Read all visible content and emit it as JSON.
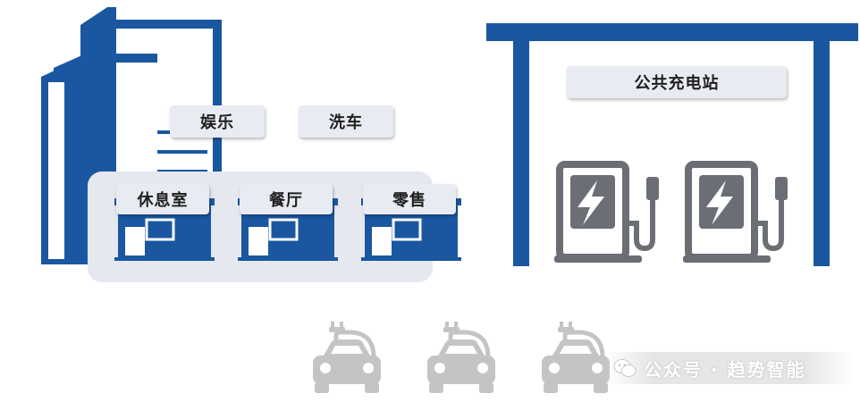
{
  "labels": {
    "entertainment": "娱乐",
    "car_wash": "洗车",
    "lounge": "休息室",
    "restaurant": "餐厅",
    "retail": "零售",
    "public_station": "公共充电站"
  },
  "watermark": {
    "text": "公众号 · 趋势智能"
  },
  "colors": {
    "brand_blue": "#1a57a0",
    "charger_gray": "#6b6e74",
    "car_gray": "#c4c4c4",
    "panel_bg": "#e6e8f0"
  },
  "icons": [
    "building-icon",
    "shop-icon",
    "charger-icon",
    "electric-car-icon",
    "wechat-icon"
  ]
}
